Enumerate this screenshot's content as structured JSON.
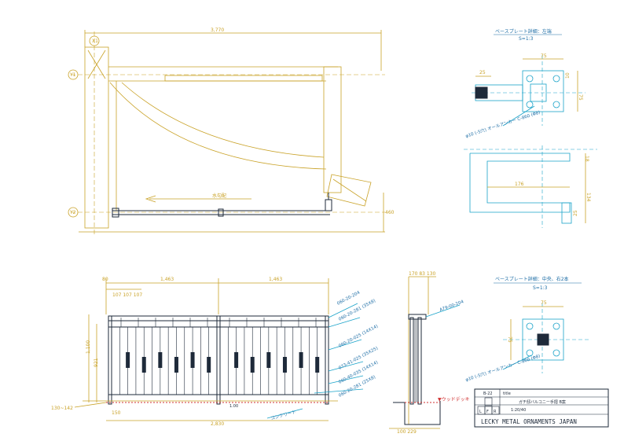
{
  "plan": {
    "dim_total": "3,770",
    "grid_x1": "X1",
    "grid_y1": "Y1",
    "grid_y2": "Y2",
    "slope_label": "水勾配",
    "dim_right": "460"
  },
  "elevation": {
    "dim_left": "80",
    "dim_span1": "1,463",
    "dim_span2": "1,463",
    "pitch": "107 107 107",
    "dim_total": "2,830",
    "h_total": "1,100",
    "h_inner": "921",
    "h_offset": "130~142",
    "dim_post": "150",
    "post_tag": "1.00",
    "callouts": [
      "060-20-204",
      "060-20-281\n(35X8)",
      "060-20-025\n(14X14)",
      "073-41-025\n(35X25)",
      "060-40-035\n(14X14)",
      "060-20-281\n(25X8)"
    ],
    "bottom_callout": "コンクリート"
  },
  "section": {
    "dim_top": "170 83 130",
    "callout": "A79-00-204",
    "deck_label": "▼ウッドデッキ",
    "dim_bottom": "100 229"
  },
  "detail_top": {
    "title": "ベースプレート詳細：左端",
    "scale": "S=1:3",
    "dim_75": "75",
    "dim_25": "25",
    "dim_side": "75",
    "dim_small": "10",
    "anchor_note": "φ10 (-5穴)\nオールアンカー C-860 (Φ8)",
    "dim_176": "176",
    "dim_134": "134",
    "dim_25b": "25",
    "dim_18": "18"
  },
  "detail_bottom": {
    "title": "ベースプレート詳細：中央、右2本",
    "scale": "S=1:3",
    "dim_75": "75",
    "dim_side": "75",
    "anchor_note": "φ10 (-5穴)\nオールアンカー C-860 (Φ8)"
  },
  "title_block": {
    "no": "B-22",
    "title_label": "title",
    "title": "ガチ邸バルコニー手摺 B案",
    "scale_line": "1:20/40",
    "company": "LECKY METAL ORNAMENTS JAPAN",
    "lfr": [
      "L",
      "F",
      "R"
    ]
  },
  "colors": {
    "dim": "#c9a227",
    "object": "#1e2a3a",
    "detail": "#1aa3c9",
    "accent": "#d03030",
    "title": "#1e6ea6"
  }
}
